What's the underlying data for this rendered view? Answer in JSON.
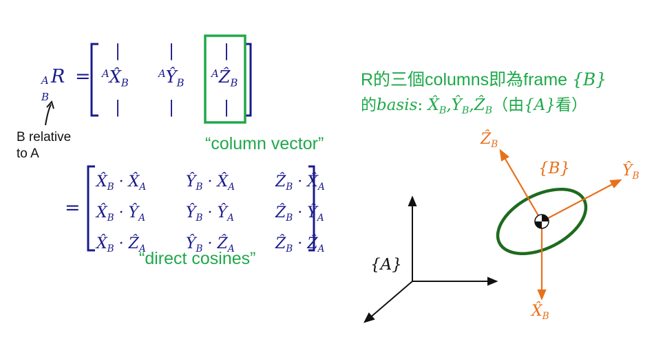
{
  "colors": {
    "math_blue": "#1a1a8c",
    "green": "#1fa84a",
    "dark_green": "#1e6b1e",
    "orange": "#e8701a",
    "black": "#111111"
  },
  "lhs": {
    "sup": "A",
    "sub": "B",
    "main": "R",
    "eq": "="
  },
  "columns": [
    {
      "sup": "A",
      "hat": "X̂",
      "sub": "B"
    },
    {
      "sup": "A",
      "hat": "Ŷ",
      "sub": "B"
    },
    {
      "sup": "A",
      "hat": "Ẑ",
      "sub": "B"
    }
  ],
  "bar": "|",
  "annotation_relative": {
    "line1": "B relative",
    "line2": "to A"
  },
  "label_column_vector": "“column vector”",
  "eq2": "=",
  "cosine_matrix": [
    [
      "X̂_B · X̂_A",
      "Ŷ_B · X̂_A",
      "Ẑ_B · X̂_A"
    ],
    [
      "X̂_B · Ŷ_A",
      "Ŷ_B · Ŷ_A",
      "Ẑ_B · Ŷ_A"
    ],
    [
      "X̂_B · Ẑ_A",
      "Ŷ_B · Ẑ_A",
      "Ẑ_B · Ẑ_A"
    ]
  ],
  "label_direct_cosines": "“direct cosines”",
  "desc": {
    "line1_prefix": "R的三個columns即為frame ",
    "line1_math": "{B}",
    "line2_prefix": "的",
    "line2_basis": "basis",
    "line2_colon": ": ",
    "line2_vectors": "X̂_B,Ŷ_B,Ẑ_B",
    "line2_suffix": "（由",
    "line2_A": "{A}",
    "line2_end": "看）"
  },
  "frame_A_label": "{A}",
  "frame_B_label": "{B}",
  "axes_B": {
    "x": "X̂_B",
    "y": "Ŷ_B",
    "z": "Ẑ_B"
  }
}
